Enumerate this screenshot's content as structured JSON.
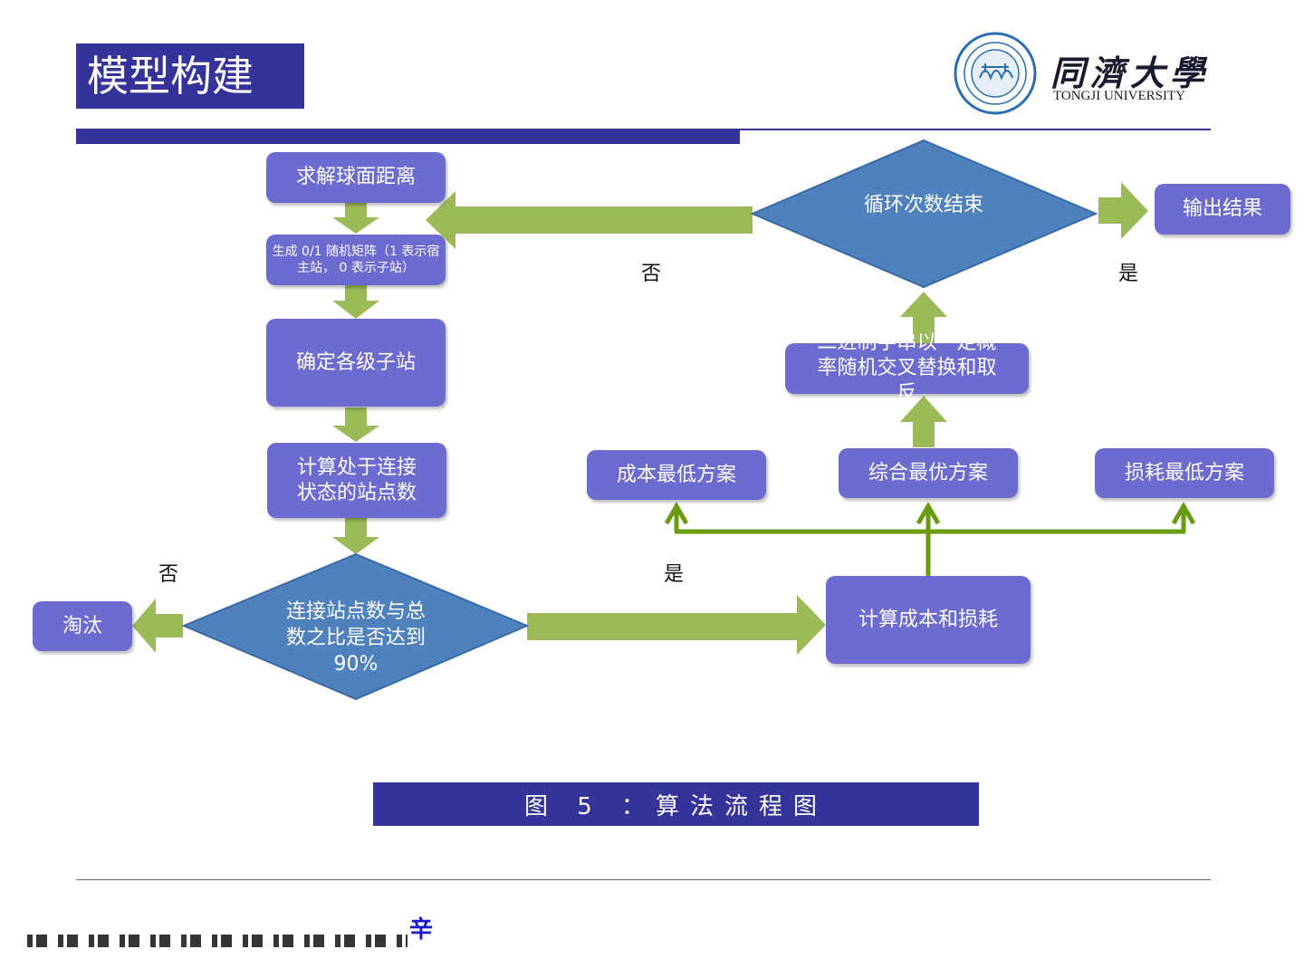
{
  "slide": {
    "title": "模型构建",
    "logo": {
      "cn": "同濟大學",
      "en": "TONGJI UNIVERSITY"
    },
    "caption": "图 5 ：算法流程图",
    "bottom_glyph": "辛"
  },
  "flowchart": {
    "nodes": {
      "sphere_distance": "求解球面距离",
      "random_matrix": "生成 0/1 随机矩阵（1 表示宿主站， 0 表示子站）",
      "determine_substations": "确定各级子站",
      "count_connected": "计算处于连接状态的站点数",
      "ratio_check": "连接站点数与总数之比是否达到 90%",
      "eliminate": "淘汰",
      "calc_cost_loss": "计算成本和损耗",
      "lowest_cost": "成本最低方案",
      "best_overall": "综合最优方案",
      "lowest_loss": "损耗最低方案",
      "crossover": "二进制字串以一定概率随机交叉替换和取反",
      "loop_end": "循环次数结束",
      "output": "输出结果"
    },
    "labels": {
      "loop_no": "否",
      "loop_yes": "是",
      "ratio_no": "否",
      "ratio_yes": "是"
    }
  },
  "colors": {
    "node_fill": "#6b6bd0",
    "diamond_fill": "#4f81bd",
    "arrow_fill": "#9bbb59",
    "branch_line": "#6a9a10",
    "title_fill": "#33339a"
  }
}
